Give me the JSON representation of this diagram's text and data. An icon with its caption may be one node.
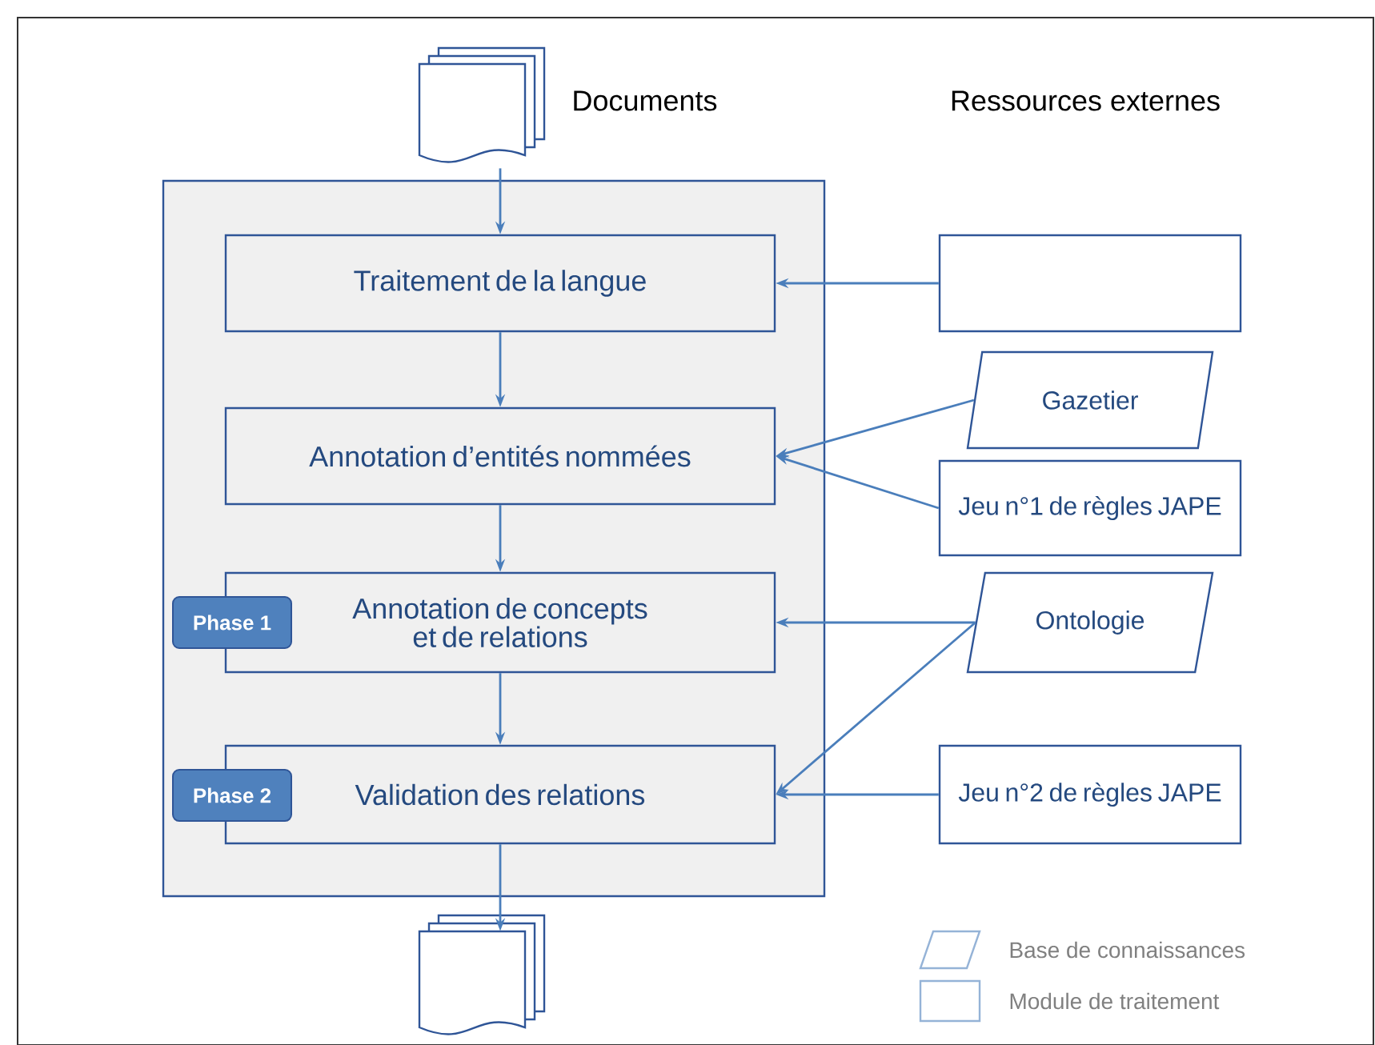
{
  "diagram": {
    "nodes": [
      {
        "text": [],
        "shape": "document",
        "beside": [
          "Documents"
        ]
      },
      {
        "text": [],
        "shape": "box"
      },
      {
        "text": [
          "Traitement de la langue"
        ],
        "in": 1
      },
      {
        "text": [
          "Annotation d’entités nommées"
        ],
        "in": 1
      },
      {
        "text": [
          "Annotation de concepts et de relations"
        ],
        "in": 1
      },
      {
        "text": [
          "Phase 1"
        ],
        "in": 1
      },
      {
        "text": [
          "Validation des relations"
        ],
        "in": 1
      },
      {
        "text": [
          "Phase 2"
        ],
        "in": 1
      },
      {
        "text": [],
        "shape": "document"
      },
      {
        "text": [],
        "shape": "box"
      },
      {
        "text": [
          "Gazetier"
        ]
      },
      {
        "text": [
          "Jeu n°1 de règles JAPE"
        ]
      },
      {
        "text": [
          "Ontologie"
        ]
      },
      {
        "text": [
          "Jeu n°2 de règles JAPE"
        ]
      }
    ],
    "edges": [
      {
        "from": 0,
        "to": 2,
        "arrow": "to"
      },
      {
        "from": 2,
        "to": 3,
        "arrow": "to"
      },
      {
        "from": 3,
        "to": 4,
        "arrow": "to"
      },
      {
        "from": 4,
        "to": 6,
        "arrow": "to"
      },
      {
        "from": 6,
        "to": 8,
        "arrow": "to"
      },
      {
        "from": 9,
        "to": 2,
        "arrow": "to"
      },
      {
        "from": 10,
        "to": 3,
        "arrow": "to"
      },
      {
        "from": 11,
        "to": 3,
        "arrow": "to"
      },
      {
        "from": 12,
        "to": 4,
        "arrow": "to"
      },
      {
        "from": 12,
        "to": 6,
        "arrow": "to"
      },
      {
        "from": 13,
        "to": 6,
        "arrow": "to"
      }
    ],
    "labels": [
      "Ressources externes"
    ],
    "legend": [
      {
        "text": "Base de connaissances"
      },
      {
        "text": "Module de traitement"
      }
    ]
  }
}
